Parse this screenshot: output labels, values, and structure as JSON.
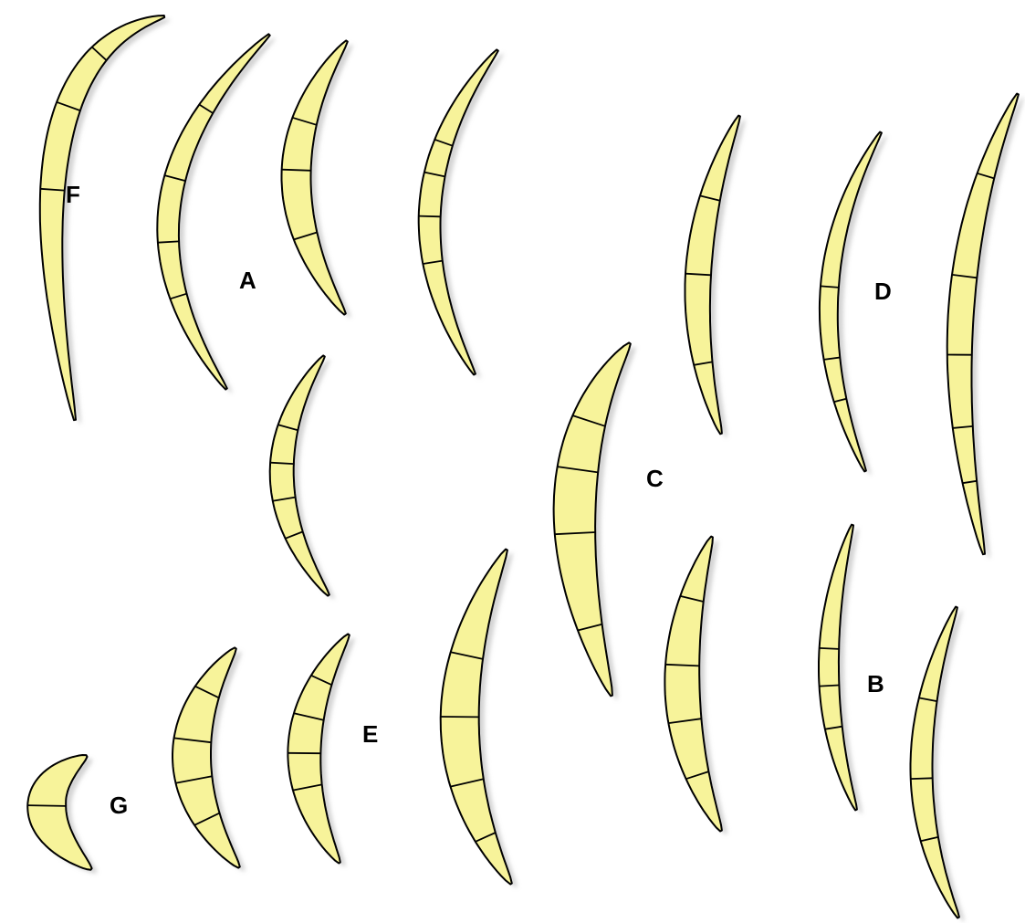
{
  "diagram": {
    "labels": {
      "a": "A",
      "b": "B",
      "c": "C",
      "d": "D",
      "e": "E",
      "f": "F",
      "g": "G"
    },
    "colors": {
      "spore_fill": "#f7f39a",
      "outline": "#000000",
      "shadow": "#b8b8b8",
      "background": "#ffffff"
    }
  }
}
